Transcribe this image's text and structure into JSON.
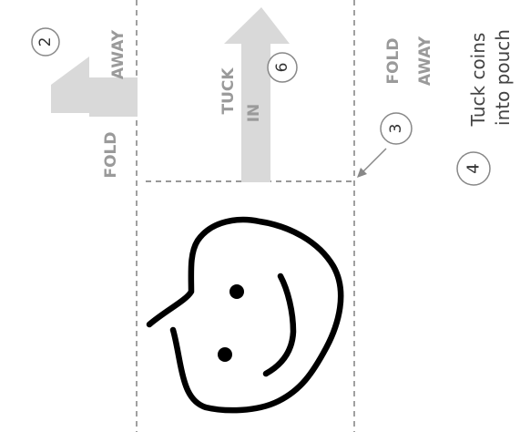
{
  "steps": {
    "step2": {
      "number": "2",
      "line1": "AWAY",
      "line2": "FOLD"
    },
    "step3": {
      "number": "3",
      "line1": "FOLD",
      "line2": "AWAY"
    },
    "step4": {
      "number": "4",
      "line1": "Tuck coins",
      "line2": "into pouch"
    },
    "step6": {
      "number": "6",
      "line1": "TUCK",
      "line2": "IN"
    }
  },
  "colors": {
    "arrow": "#d9d9d9",
    "label_gray": "#9a9a9a",
    "text_dark": "#333333",
    "dash": "#777777",
    "ink": "#000000",
    "circle": "#888888"
  }
}
